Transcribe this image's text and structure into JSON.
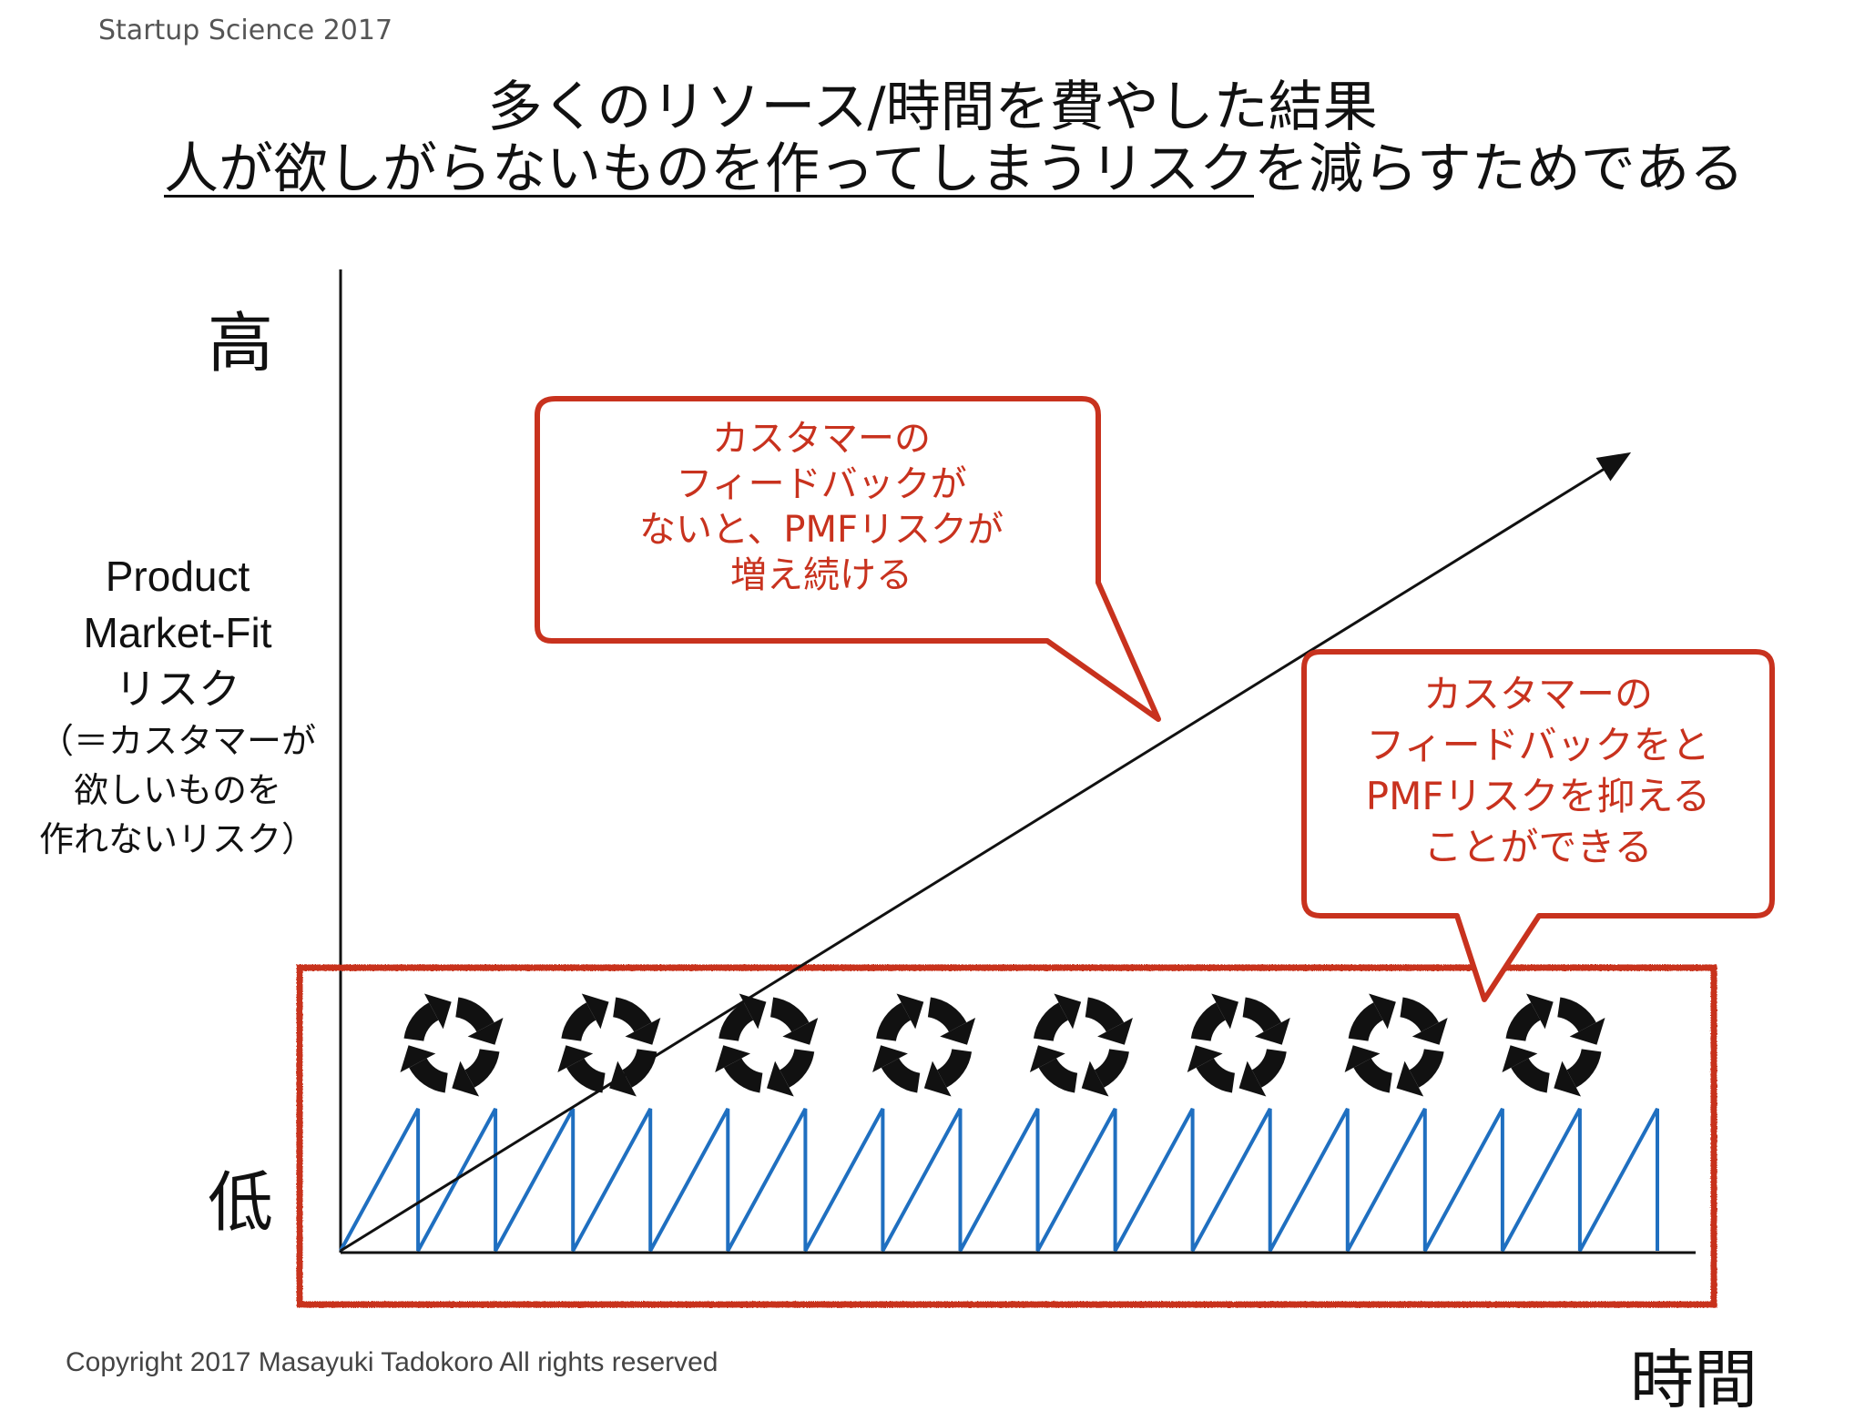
{
  "header": {
    "brand": "Startup Science 2017",
    "title_line1": "多くのリソース/時間を費やした結果",
    "title_line2_underlined": "人が欲しがらないものを作ってしまうリスク",
    "title_line2_rest": "を減らすためである"
  },
  "axes": {
    "y_high": "高",
    "y_low": "低",
    "y_label_line1": "Product",
    "y_label_line2": "Market-Fit",
    "y_label_line3": "リスク",
    "y_label_line4": "（＝カスタマーが",
    "y_label_line5": "欲しいものを",
    "y_label_line6": "作れないリスク）",
    "x_label": "時間"
  },
  "callouts": {
    "no_feedback": [
      "カスタマーの",
      "フィードバックが",
      "ないと、PMFリスクが",
      "増え続ける"
    ],
    "with_feedback": [
      "カスタマーの",
      "フィードバックをと",
      "PMFリスクを抑える",
      "ことができる"
    ]
  },
  "diagram": {
    "cycle_icon_count": 8,
    "sawtooth_teeth": 17,
    "rising_line": "no-feedback risk (straight increase)",
    "icon_name": "cycle-arrows-icon"
  },
  "colors": {
    "callout_border": "#c8321e",
    "callout_text": "#c8321e",
    "sawtooth": "#1f6fc0",
    "highlight_box": "#c8321e"
  },
  "footer": {
    "copyright": "Copyright 2017 Masayuki Tadokoro All rights reserved"
  }
}
